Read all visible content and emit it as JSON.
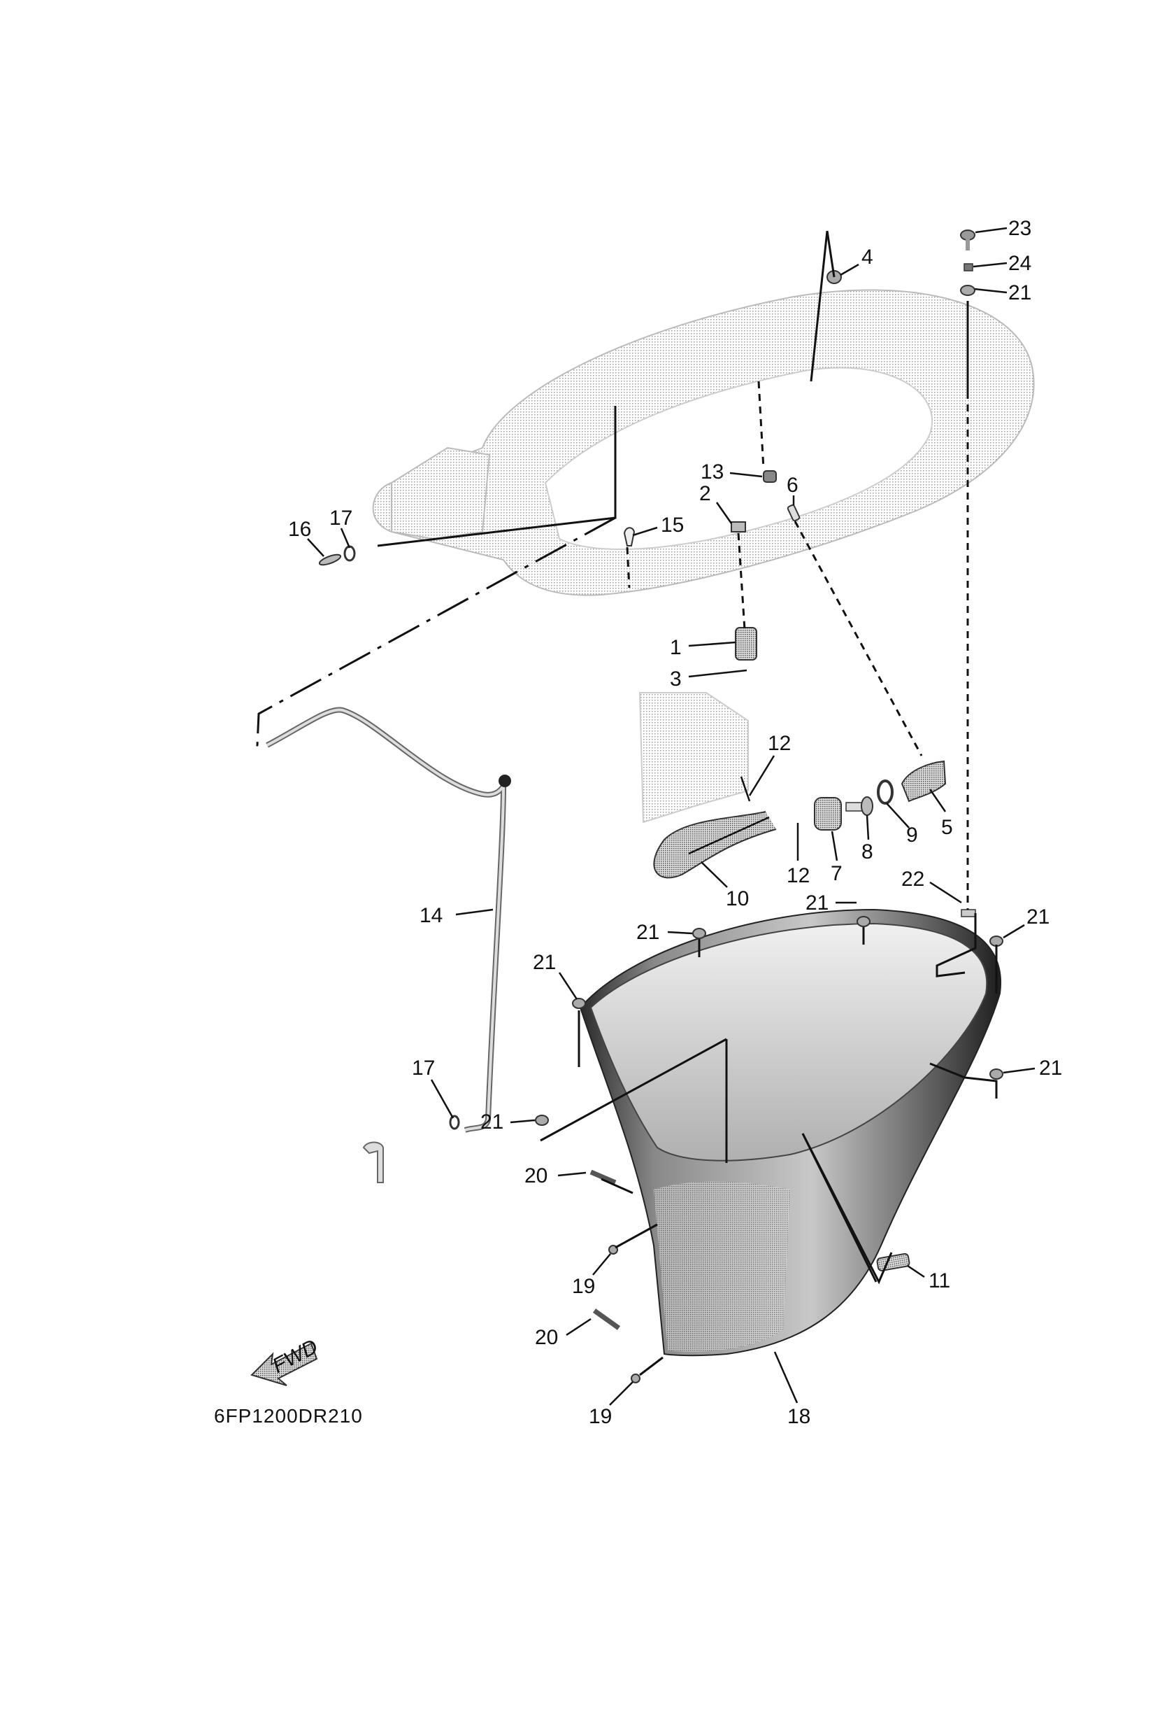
{
  "diagram": {
    "title_code": "6FP1200DR210",
    "fwd_arrow_label": "FWD",
    "parts": [
      {
        "ref": "1"
      },
      {
        "ref": "2"
      },
      {
        "ref": "3"
      },
      {
        "ref": "4"
      },
      {
        "ref": "5"
      },
      {
        "ref": "6"
      },
      {
        "ref": "7"
      },
      {
        "ref": "8"
      },
      {
        "ref": "9"
      },
      {
        "ref": "10"
      },
      {
        "ref": "11"
      },
      {
        "ref": "12"
      },
      {
        "ref": "12"
      },
      {
        "ref": "13"
      },
      {
        "ref": "14"
      },
      {
        "ref": "15"
      },
      {
        "ref": "16"
      },
      {
        "ref": "17"
      },
      {
        "ref": "17"
      },
      {
        "ref": "18"
      },
      {
        "ref": "19"
      },
      {
        "ref": "19"
      },
      {
        "ref": "20"
      },
      {
        "ref": "20"
      },
      {
        "ref": "21"
      },
      {
        "ref": "21"
      },
      {
        "ref": "21"
      },
      {
        "ref": "21"
      },
      {
        "ref": "21"
      },
      {
        "ref": "21"
      },
      {
        "ref": "21"
      },
      {
        "ref": "22"
      },
      {
        "ref": "23"
      },
      {
        "ref": "24"
      }
    ]
  },
  "colors": {
    "ink": "#111111",
    "light_fill": "#e4e4e4",
    "mid_fill": "#a8a8a8",
    "dark_fill": "#4a4a4a"
  }
}
